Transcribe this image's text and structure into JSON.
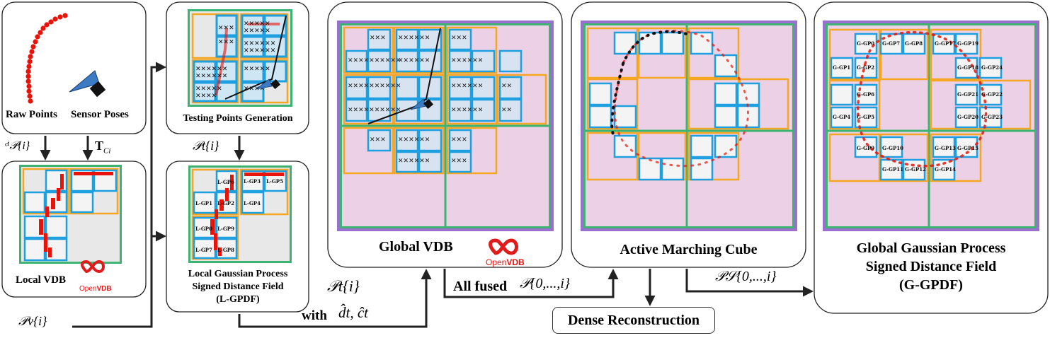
{
  "labels": {
    "raw_points": "Raw Points",
    "sensor_poses": "Sensor Poses",
    "testing_points": "Testing Points Generation",
    "local_vdb": "Local VDB",
    "lgpdf_line1": "Local Gaussian Process",
    "lgpdf_line2": "Signed Distance Field",
    "lgpdf_line3": "(L-GPDF)",
    "global_vdb": "Global VDB",
    "active_mc": "Active Marching Cube",
    "ggpdf_line1": "Global Gaussian Process",
    "ggpdf_line2": "Signed Distance Field",
    "ggpdf_line3": "(G-GPDF)",
    "dense_recon": "Dense Reconstruction",
    "openvdb_open": "Open",
    "openvdb_vdb": "VDB",
    "all_fused": "All fused"
  },
  "math": {
    "ci_p_i": "ᶜⁱ𝒫{i}",
    "t_ci": "T",
    "t_ci_sub": "Ci",
    "p_t_i_top": "𝒫t{i}",
    "p_v_i": "𝒫v{i}",
    "p_t_i_mid": "𝒫t{i}",
    "with": "with",
    "dhat_chat": "d̂t, ĉt",
    "p_all": "𝒫{0,...,i}",
    "p_s_all": "𝒫𝒮{0,...,i}"
  },
  "lgp_labels": [
    "L-GP6",
    "L-GP3",
    "L-GP5",
    "L-GP1",
    "L-GP2",
    "L-GP4",
    "L-GP0",
    "L-GP9",
    "L-GP7",
    "L-GP8"
  ],
  "ggp_labels": [
    "G-GP0",
    "G-GP7",
    "G-GP8",
    "G-GP17",
    "G-GP19",
    "G-GP1",
    "G-GP2",
    "G-GP18",
    "G-GP24",
    "G-GP6",
    "G-GP21",
    "G-GP22",
    "G-GP4",
    "G-GP5",
    "G-GP20",
    "G-GP23",
    "G-GP9",
    "G-GP10",
    "G-GP13",
    "G-GP15",
    "G-GP11",
    "G-GP12",
    "G-GP14"
  ],
  "colors": {
    "green": "#3cb371",
    "orange": "#f5a623",
    "blue": "#1ea0e0",
    "purple": "#9b6fd0",
    "pink": "#ecd0e6",
    "red": "#e8140a",
    "openvdb_red": "#e11a1a"
  }
}
